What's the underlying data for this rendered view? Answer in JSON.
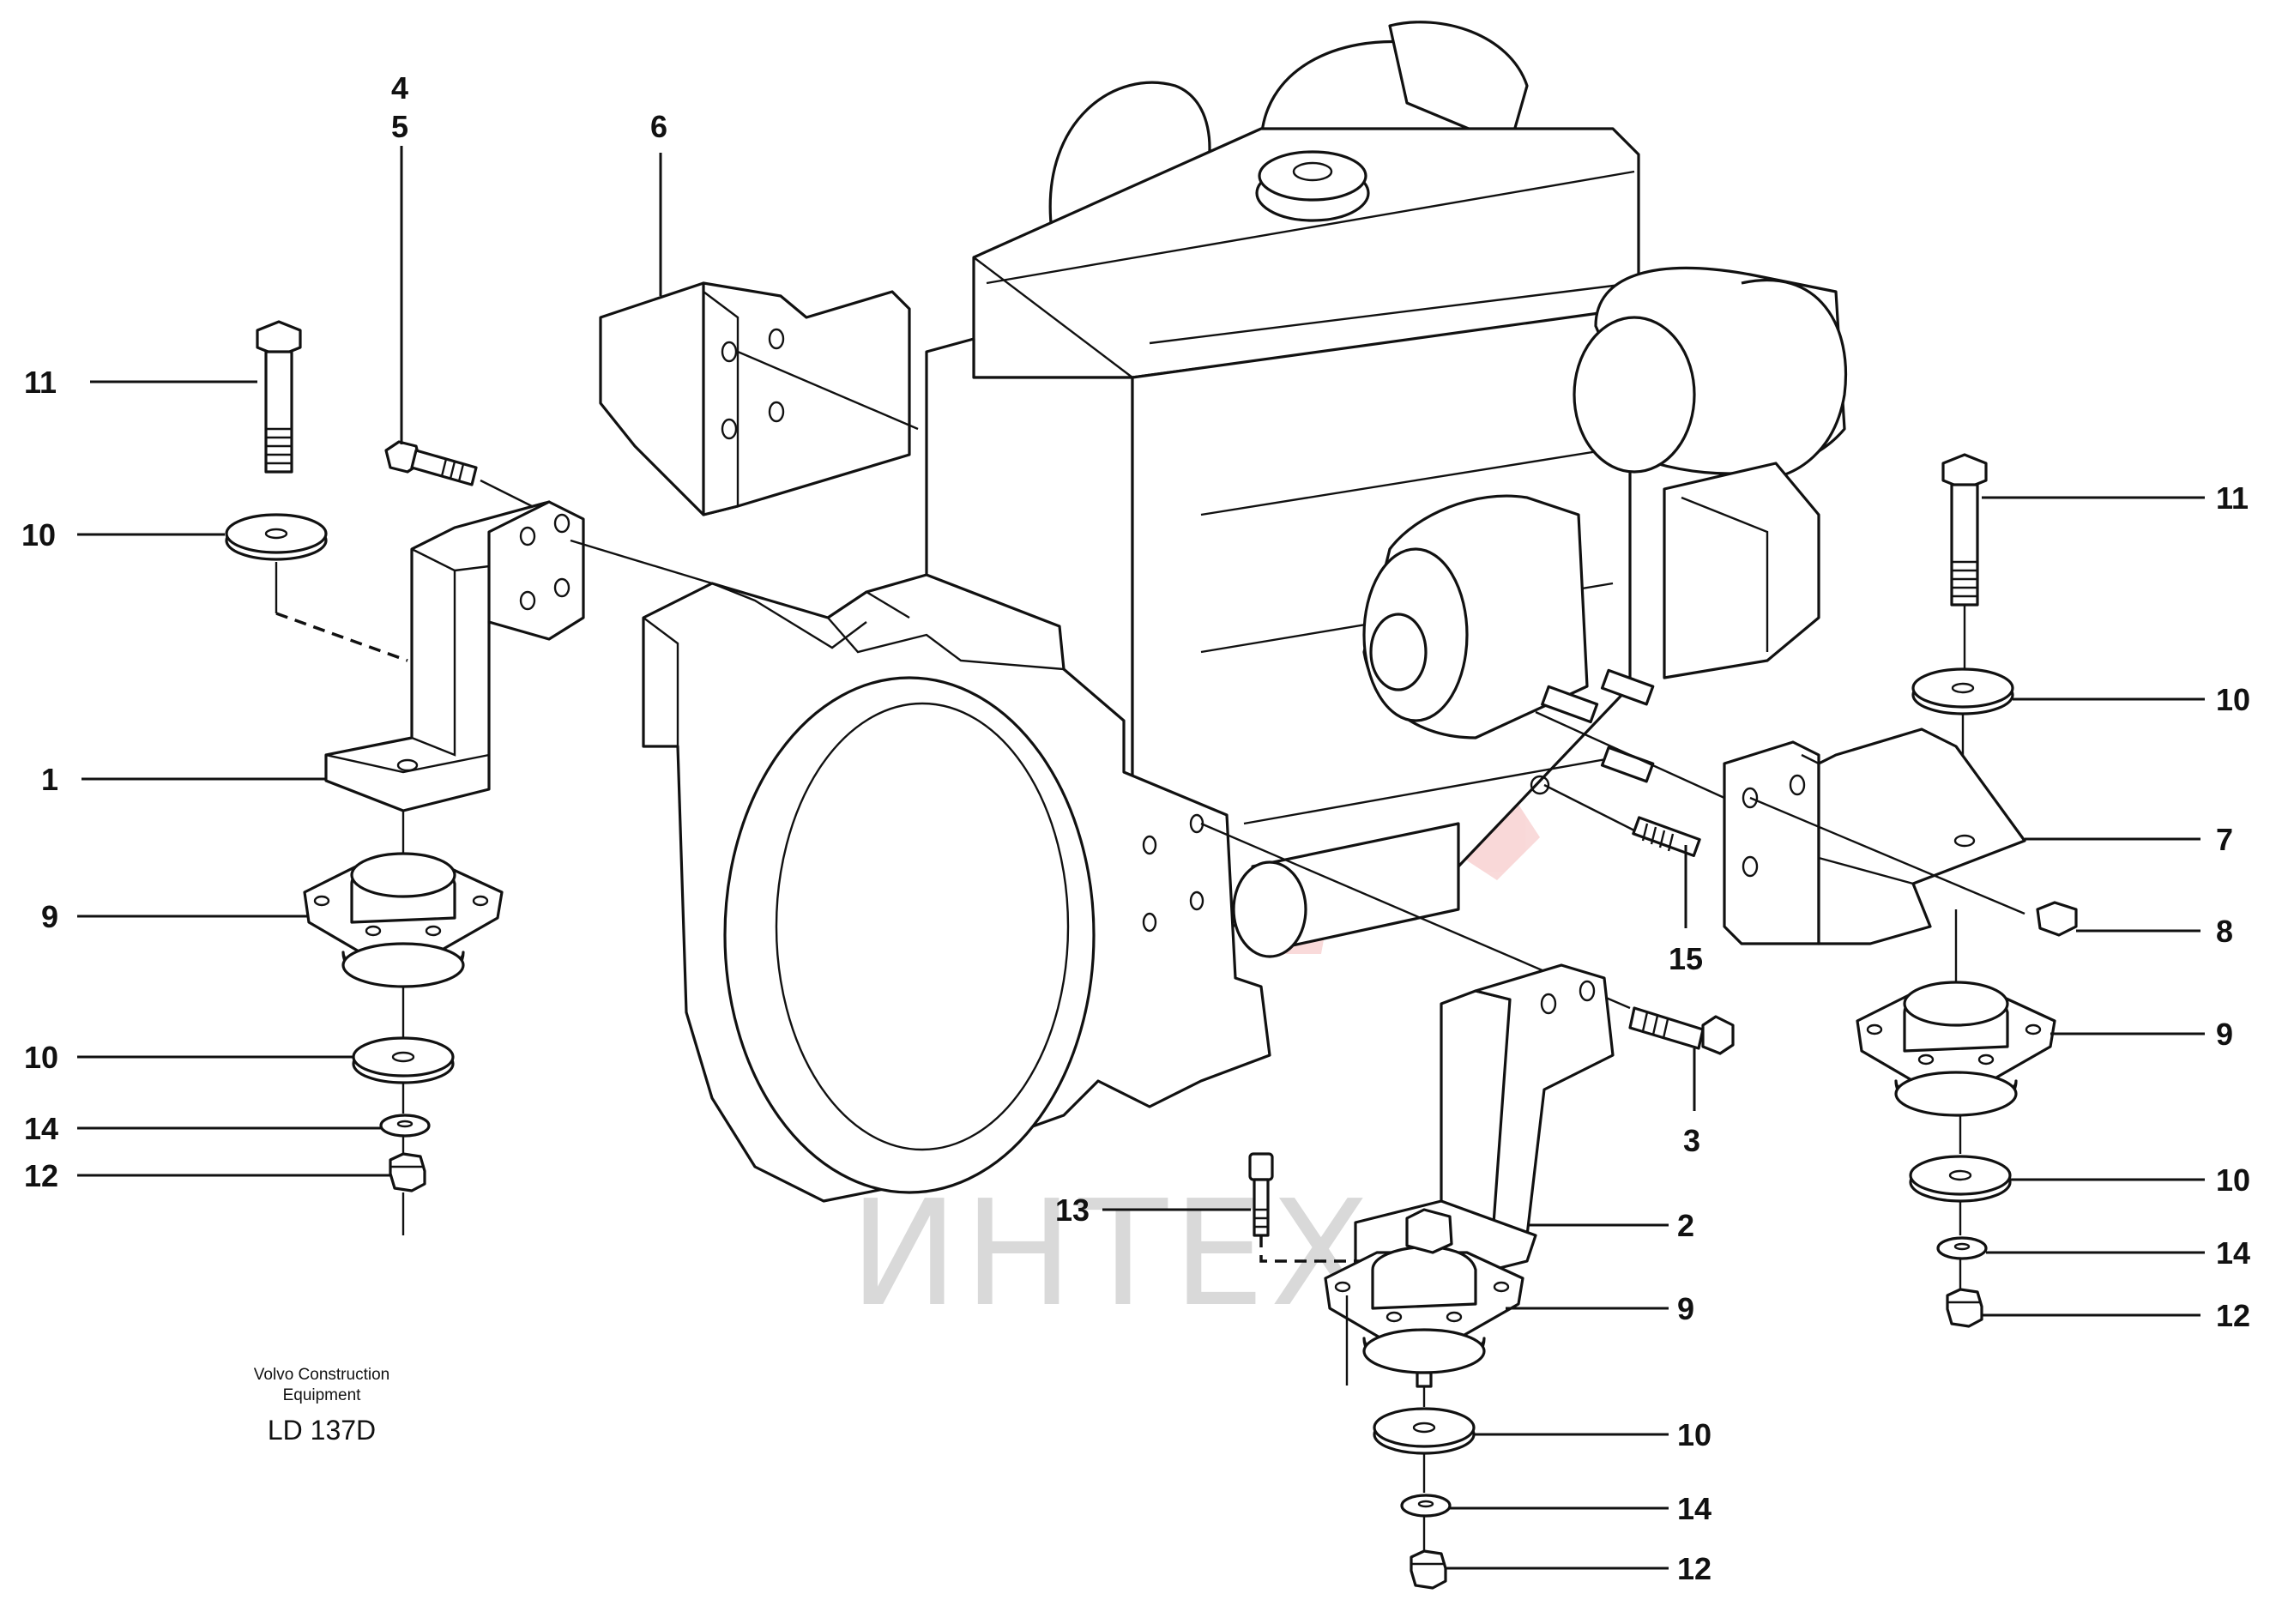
{
  "labels": {
    "l11a": "11",
    "l10a": "10",
    "l4": "4",
    "l5": "5",
    "l6": "6",
    "l1": "1",
    "l9a": "9",
    "l10b": "10",
    "l14a": "14",
    "l12a": "12",
    "l11b": "11",
    "l10c": "10",
    "l7": "7",
    "l8": "8",
    "l15": "15",
    "l9b": "9",
    "l3": "3",
    "l10d": "10",
    "l14b": "14",
    "l12b": "12",
    "l13": "13",
    "l2": "2",
    "l9c": "9",
    "l10e": "10",
    "l14c": "14",
    "l12c": "12"
  },
  "caption": {
    "line1": "Volvo Construction",
    "line2": "Equipment",
    "code": "LD 137D"
  },
  "watermark": {
    "text": "ИНТЕХ",
    "color": "#e03030"
  }
}
